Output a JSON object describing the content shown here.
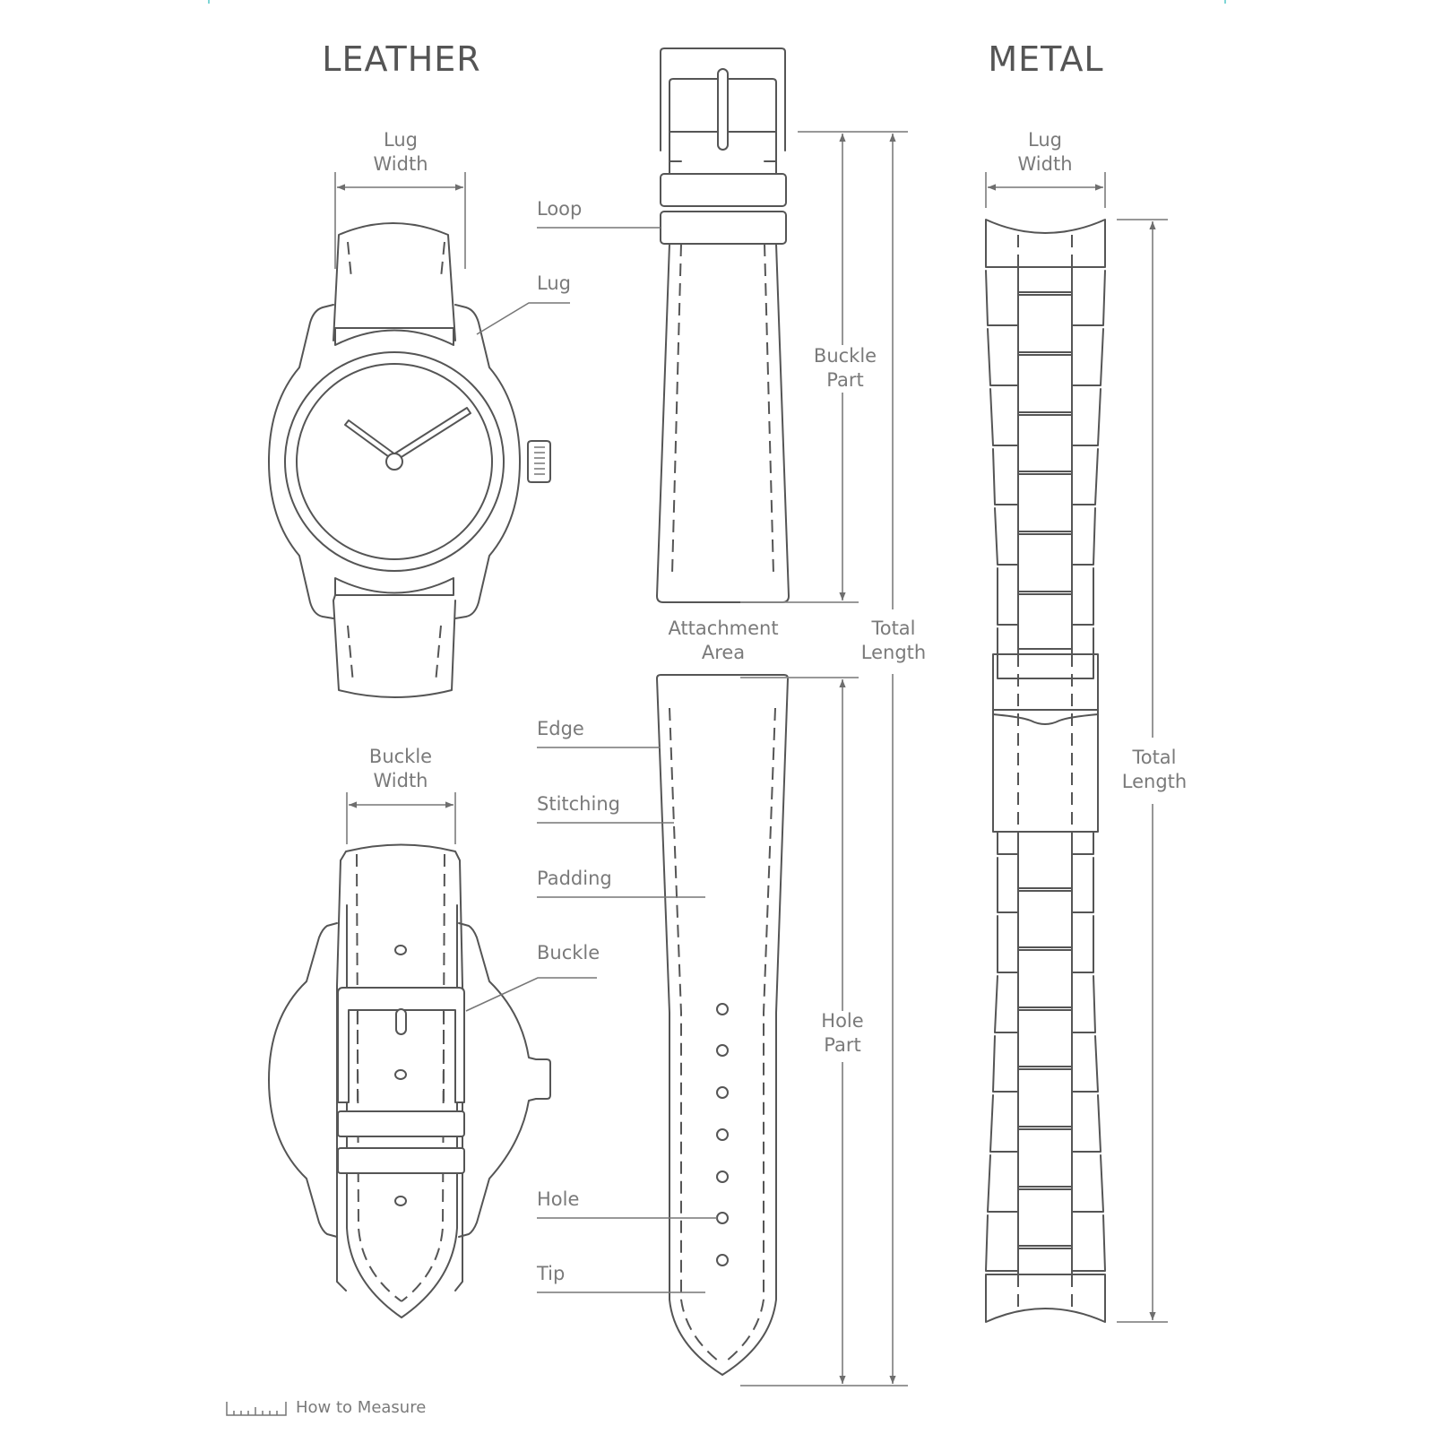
{
  "sections": {
    "leather": {
      "title": "LEATHER"
    },
    "metal": {
      "title": "METAL"
    }
  },
  "leather_watch": {
    "lug_width": {
      "line1": "Lug",
      "line2": "Width"
    },
    "buckle_width": {
      "line1": "Buckle",
      "line2": "Width"
    }
  },
  "strap_callouts": {
    "loop": "Loop",
    "lug": "Lug",
    "edge": "Edge",
    "stitching": "Stitching",
    "padding": "Padding",
    "buckle": "Buckle",
    "hole": "Hole",
    "tip": "Tip"
  },
  "strap_dimensions": {
    "buckle_part": {
      "line1": "Buckle",
      "line2": "Part"
    },
    "attachment_area": {
      "line1": "Attachment",
      "line2": "Area"
    },
    "total_length": {
      "line1": "Total",
      "line2": "Length"
    },
    "hole_part": {
      "line1": "Hole",
      "line2": "Part"
    },
    "hole_count": 7
  },
  "metal_bracelet": {
    "lug_width": {
      "line1": "Lug",
      "line2": "Width"
    },
    "total_length": {
      "line1": "Total",
      "line2": "Length"
    }
  },
  "footer": {
    "icon": "ruler-icon",
    "label": "How to Measure"
  },
  "colors": {
    "line": "#555555",
    "label": "#7a7a7a",
    "dimension": "#8a8a8a",
    "background": "#ffffff"
  }
}
